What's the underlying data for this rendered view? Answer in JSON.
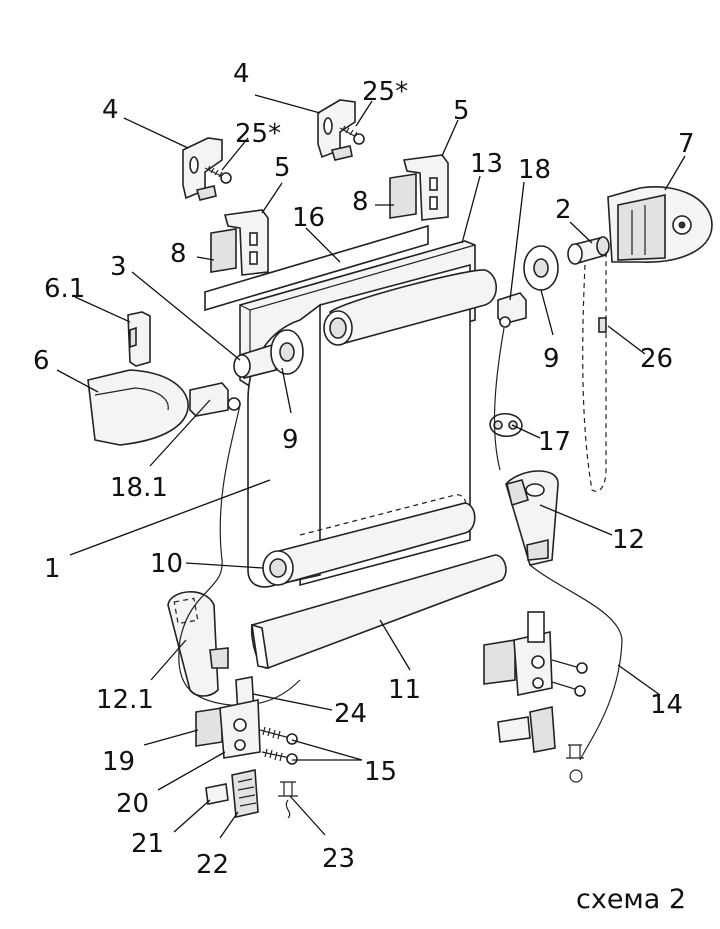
{
  "caption": "схема 2",
  "labels": {
    "l1": "1",
    "l2": "2",
    "l3": "3",
    "l4a": "4",
    "l4b": "4",
    "l5a": "5",
    "l5b": "5",
    "l6": "6",
    "l61": "6.1",
    "l7": "7",
    "l8a": "8",
    "l8b": "8",
    "l9a": "9",
    "l9b": "9",
    "l10": "10",
    "l11": "11",
    "l12": "12",
    "l121": "12.1",
    "l13": "13",
    "l14": "14",
    "l15": "15",
    "l16": "16",
    "l17": "17",
    "l18": "18",
    "l181": "18.1",
    "l19": "19",
    "l20": "20",
    "l21": "21",
    "l22": "22",
    "l23": "23",
    "l24": "24",
    "l25a": "25*",
    "l25b": "25*",
    "l26": "26"
  }
}
